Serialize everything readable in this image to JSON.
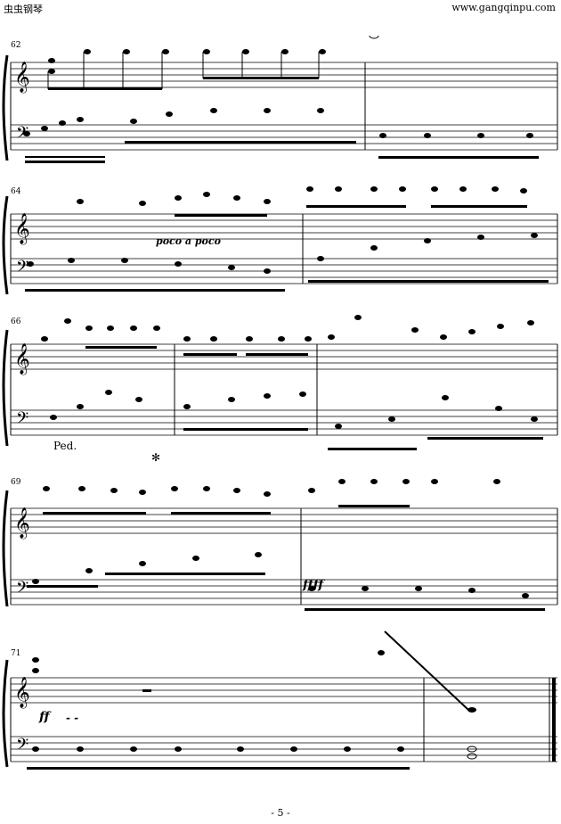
{
  "header": {
    "left_title": "虫虫钢琴",
    "right_url": "www.gangqinpu.com"
  },
  "systems": [
    {
      "measure_start": "62"
    },
    {
      "measure_start": "64",
      "expression": "poco a poco"
    },
    {
      "measure_start": "66",
      "pedal_on": "Ped.",
      "pedal_off": "✻"
    },
    {
      "measure_start": "69",
      "dynamic": "ffff"
    },
    {
      "measure_start": "71",
      "dynamic": "ff",
      "cresc_dashes": "- -"
    }
  ],
  "footer": {
    "page_number": "- 5 -"
  }
}
